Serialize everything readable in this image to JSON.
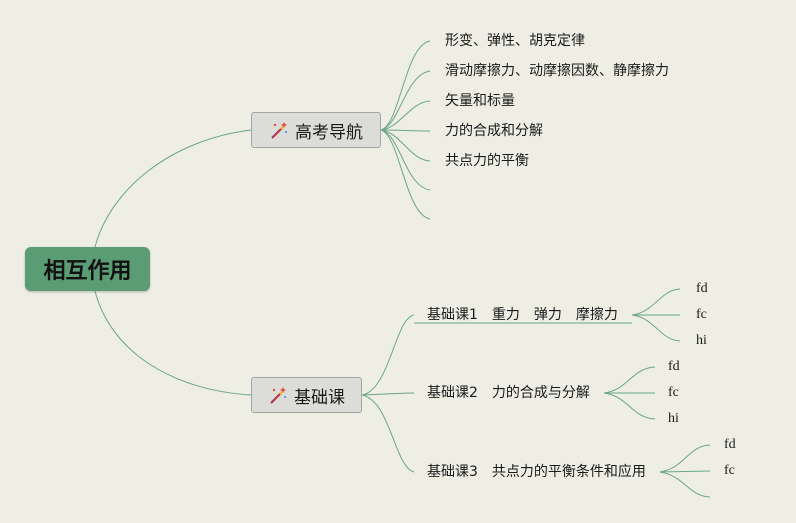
{
  "root": {
    "label": "相互作用"
  },
  "branches": [
    {
      "label": "高考导航",
      "icon": "magic-wand-icon",
      "children": [
        "形变、弹性、胡克定律",
        "滑动摩擦力、动摩擦因数、静摩擦力",
        "矢量和标量",
        "力的合成和分解",
        "共点力的平衡",
        "",
        ""
      ]
    },
    {
      "label": "基础课",
      "icon": "magic-wand-icon",
      "children": [
        {
          "label": "基础课1　重力　弹力　摩擦力",
          "children": [
            "fd",
            "fc",
            "hi"
          ]
        },
        {
          "label": "基础课2　力的合成与分解",
          "children": [
            "fd",
            "fc",
            "hi"
          ]
        },
        {
          "label": "基础课3　共点力的平衡条件和应用",
          "children": [
            "fd",
            "fc",
            ""
          ]
        }
      ]
    }
  ],
  "colors": {
    "line": "#6aa58a",
    "root": "#5a9c73",
    "branch_fill": "#dcdcd9",
    "branch_border": "#a0a7a5",
    "background": "#efeee5"
  }
}
